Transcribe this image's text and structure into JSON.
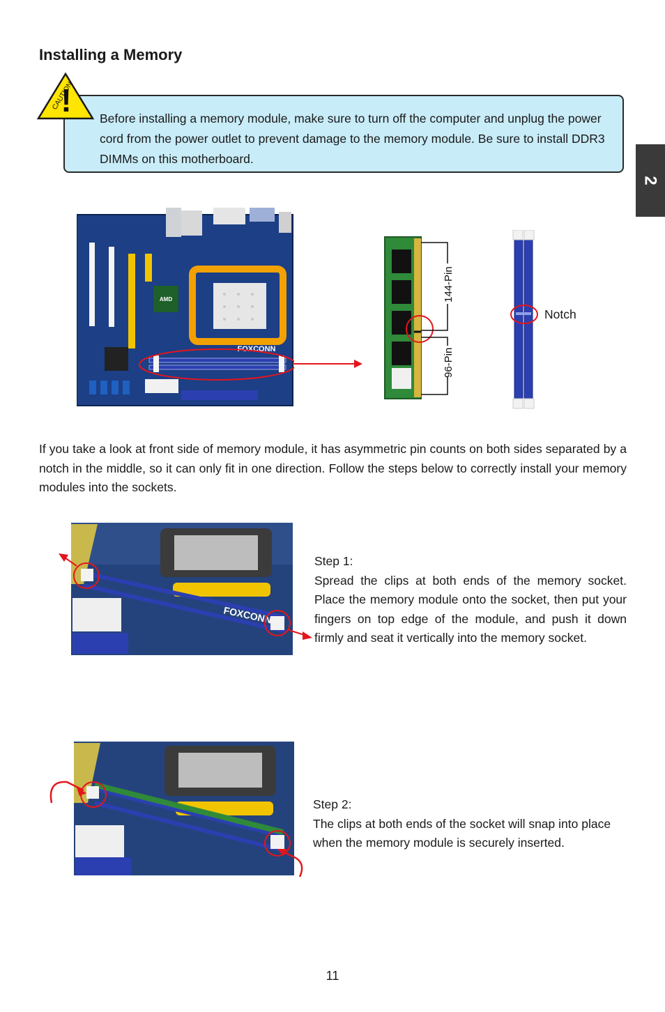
{
  "section_tab": "2",
  "page_title": "Installing a Memory",
  "caution": {
    "label": "CAUTION",
    "symbol": "!",
    "text": "Before installing a memory module, make sure to turn off the computer and unplug the power cord from the power outlet to prevent damage to the memory module. Be sure to install DDR3 DIMMs on this motherboard."
  },
  "diagram": {
    "board_brand": "FOXCONN",
    "cpu_brand": "AMD",
    "pin_label_upper": "144-Pin",
    "pin_label_lower": "96-Pin",
    "notch_label": "Notch"
  },
  "intro": "If you take a look at front side of memory module, it has asymmetric pin counts on both sides separated by a notch in the middle, so it can only fit in one direction. Follow the steps below to correctly install your memory modules into the sockets.",
  "steps": [
    {
      "title": "Step 1:",
      "text": "Spread the clips at both ends of the memory socket. Place the memory module onto the socket, then put your fingers on top edge of the module, and push it down firmly and seat it vertically into the memory socket.",
      "photo_brand": "FOXCONN"
    },
    {
      "title": "Step 2:",
      "text": "The clips at both ends of the socket will snap into place when the memory module is securely inserted."
    }
  ],
  "page_number": "11",
  "colors": {
    "caution_fill": "#c8ecf8",
    "caution_triangle": "#ffe600",
    "pcb_blue": "#1c3f86",
    "dimm_slot": "#2c3fb0",
    "ram_green": "#2f8a3a",
    "highlight_red": "#e3161b",
    "cpu_socket_orange": "#f2a100"
  }
}
